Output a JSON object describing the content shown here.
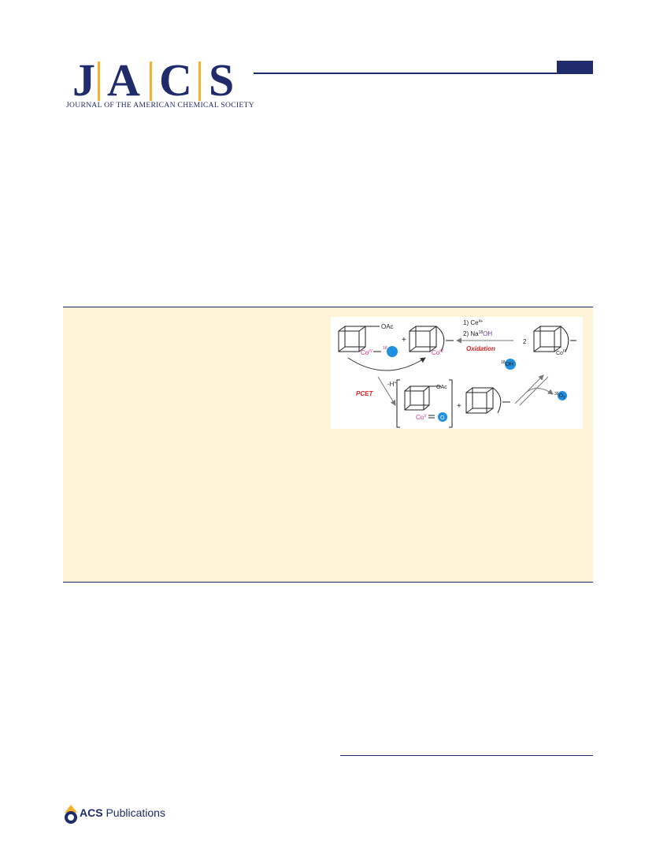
{
  "header": {
    "logo_letters": [
      "J",
      "A",
      "C",
      "S"
    ],
    "journal_name": "JOURNAL OF THE AMERICAN CHEMICAL SOCIETY"
  },
  "toc_graphic": {
    "reagent_1": "1) Ce",
    "reagent_1_sup": "4+",
    "reagent_2_prefix": "2) Na",
    "reagent_2_sup": "18",
    "reagent_2_suffix": "OH",
    "oxidation_label": "Oxidation",
    "pcet_label": "PCET",
    "minus_h_label": "-H",
    "minus_h_sup": "+",
    "coefficient": "2",
    "plus_1": "+",
    "plus_2": "+",
    "oac_label_1": "OAc",
    "oac_label_2": "OAc",
    "co_iv_label": "Co",
    "co_iv_sup": "IV",
    "co_v_label": "Co",
    "co_v_sup": "V",
    "co_iii_label": "Co",
    "co_iii_sup": "III",
    "hydroxide_label": "OH",
    "hydroxide_sup": "18",
    "o2_label": "O",
    "o2_sup": "36",
    "o2_sub": "2",
    "bridge_label": "18",
    "oxo_label": "O"
  },
  "footer": {
    "publisher_prefix": "ACS",
    "publisher_suffix": " Publications"
  },
  "colors": {
    "navy": "#1f2b6b",
    "gold": "#f2b22c",
    "abstract_bg": "#fdf3d6",
    "red_label": "#e02020",
    "magenta": "#d0308a",
    "blue_circle": "#1f8fe0"
  }
}
